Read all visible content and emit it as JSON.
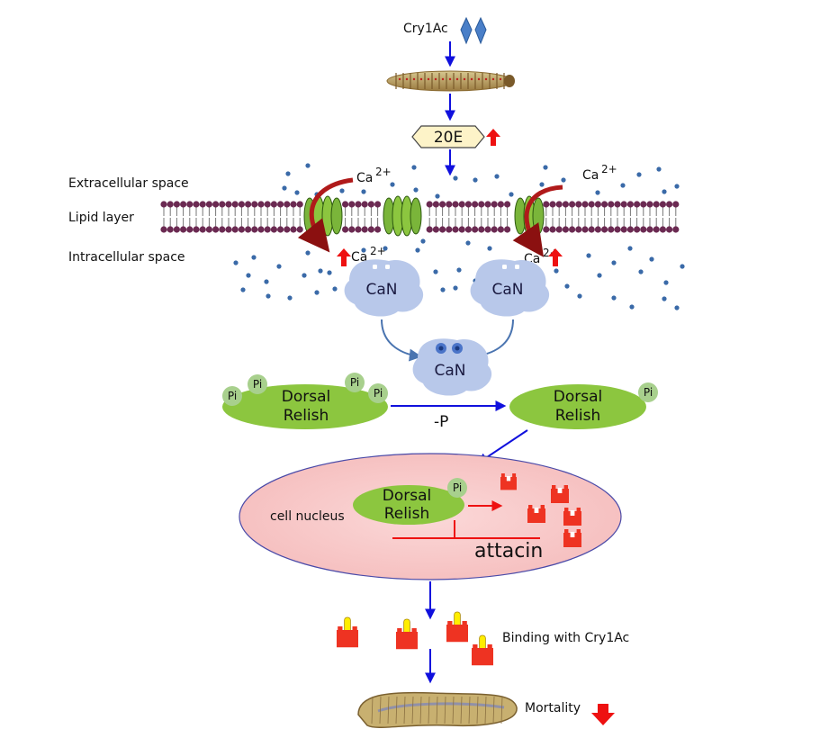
{
  "top": {
    "cry1ac": "Cry1Ac"
  },
  "hormone": {
    "label": "20E"
  },
  "membrane": {
    "extracellular": "Extracellular space",
    "lipid": "Lipid layer",
    "intracellular": "Intracellular space",
    "calcium": "Ca",
    "calcium_charge": "2+"
  },
  "calcineurin": {
    "label": "CaN"
  },
  "dephosphorylation": {
    "label": "-P"
  },
  "transcription_factor": {
    "line1": "Dorsal",
    "line2": "Relish",
    "phosphate": "Pi"
  },
  "nucleus": {
    "label": "cell nucleus",
    "gene": "attacin"
  },
  "binding": {
    "label": "Binding with Cry1Ac"
  },
  "outcome": {
    "label": "Mortality"
  },
  "colors": {
    "membrane_head": "#6b2a52",
    "channel": "#7ab53a",
    "calcium_dot": "#3a6aa8",
    "calcineurin": "#b8c8ea",
    "transcription_factor": "#8cc63f",
    "phosphate": "#a8d08d",
    "nucleus_fill": "#f7c9c9",
    "nucleus_border": "#4a4aa8",
    "flow_arrow": "#1010dd",
    "up_down_arrow": "#ee1111",
    "attacin_protein": "#ee3322",
    "cry1ac_toxin": "#ffee00"
  }
}
